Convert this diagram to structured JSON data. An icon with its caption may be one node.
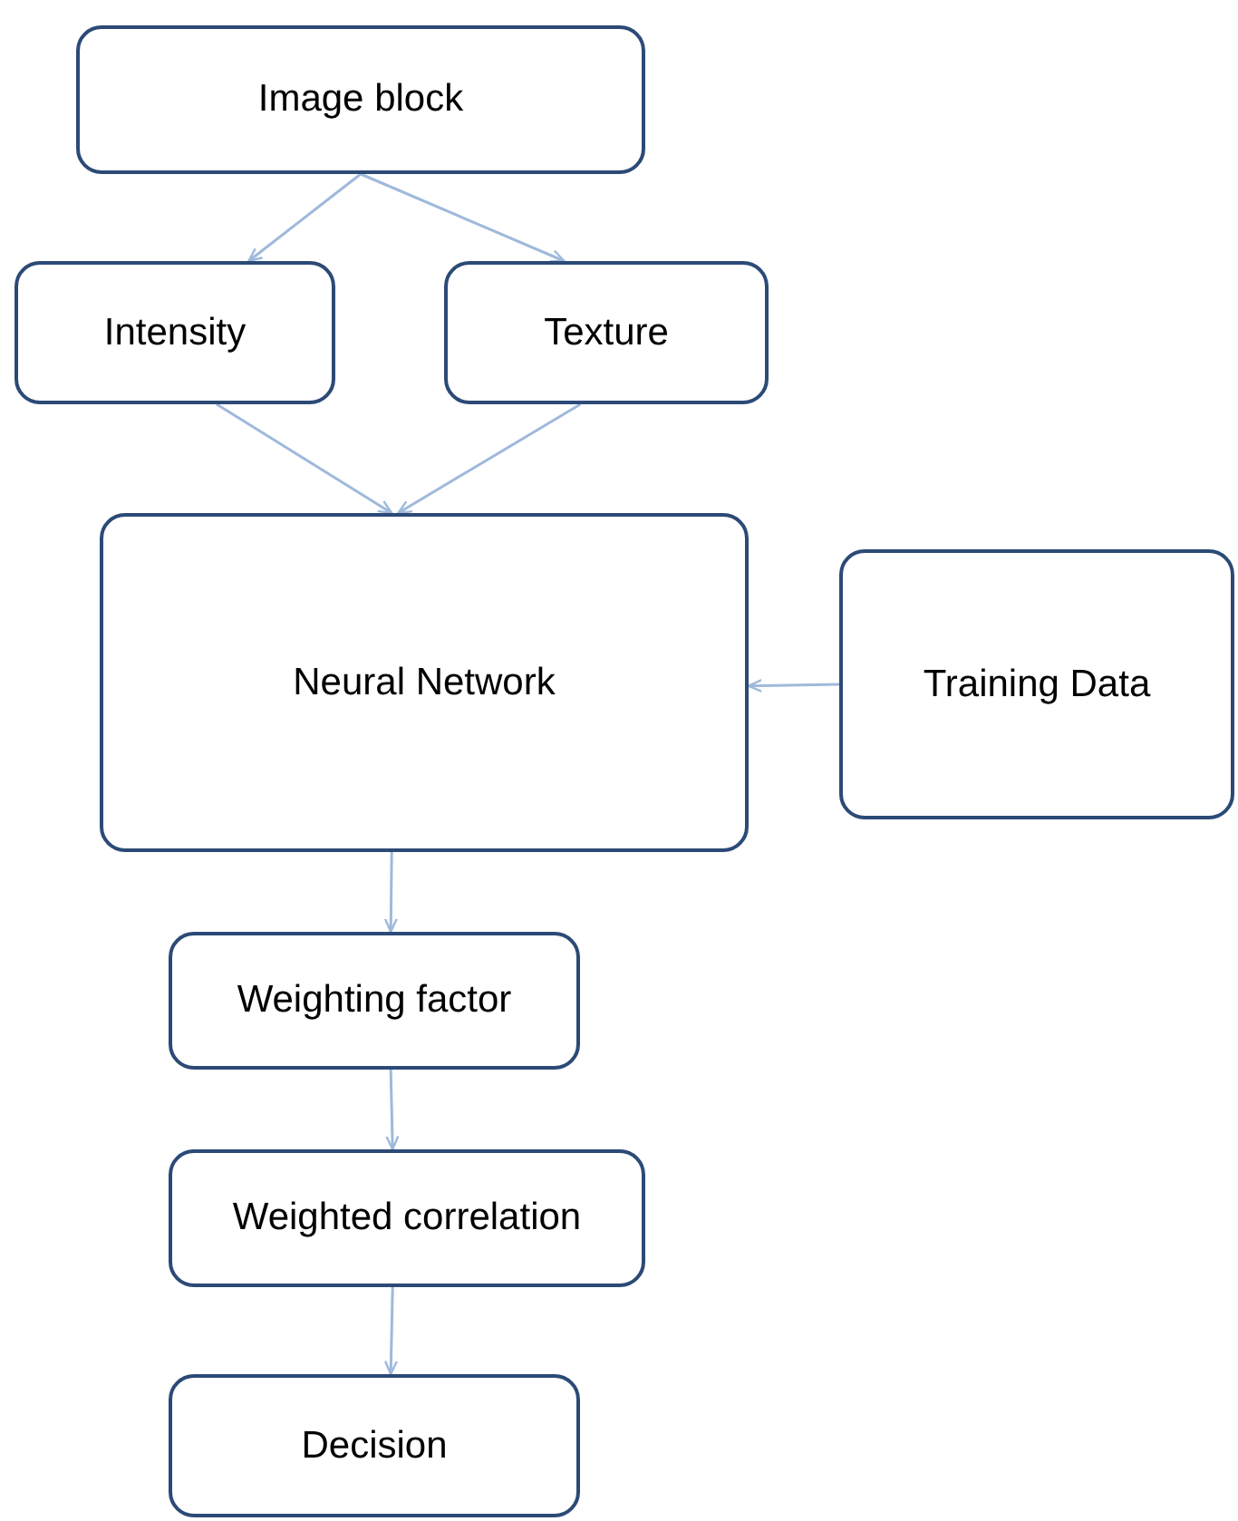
{
  "diagram": {
    "nodes": [
      {
        "text": [
          "Image block"
        ]
      },
      {
        "text": [
          "Intensity"
        ]
      },
      {
        "text": [
          "Texture"
        ]
      },
      {
        "text": [
          "Neural Network"
        ]
      },
      {
        "text": [
          "Training Data"
        ]
      },
      {
        "text": [
          "Weighting factor"
        ]
      },
      {
        "text": [
          "Weighted correlation"
        ]
      },
      {
        "text": [
          "Decision"
        ]
      }
    ],
    "edges": [
      {
        "from": 0,
        "to": 1,
        "arrow": "to"
      },
      {
        "from": 0,
        "to": 2,
        "arrow": "to"
      },
      {
        "from": 1,
        "to": 3,
        "arrow": "to"
      },
      {
        "from": 2,
        "to": 3,
        "arrow": "to"
      },
      {
        "from": 4,
        "to": 3,
        "arrow": "to"
      },
      {
        "from": 3,
        "to": 5,
        "arrow": "to"
      },
      {
        "from": 5,
        "to": 6,
        "arrow": "to"
      },
      {
        "from": 6,
        "to": 7,
        "arrow": "to"
      }
    ]
  }
}
